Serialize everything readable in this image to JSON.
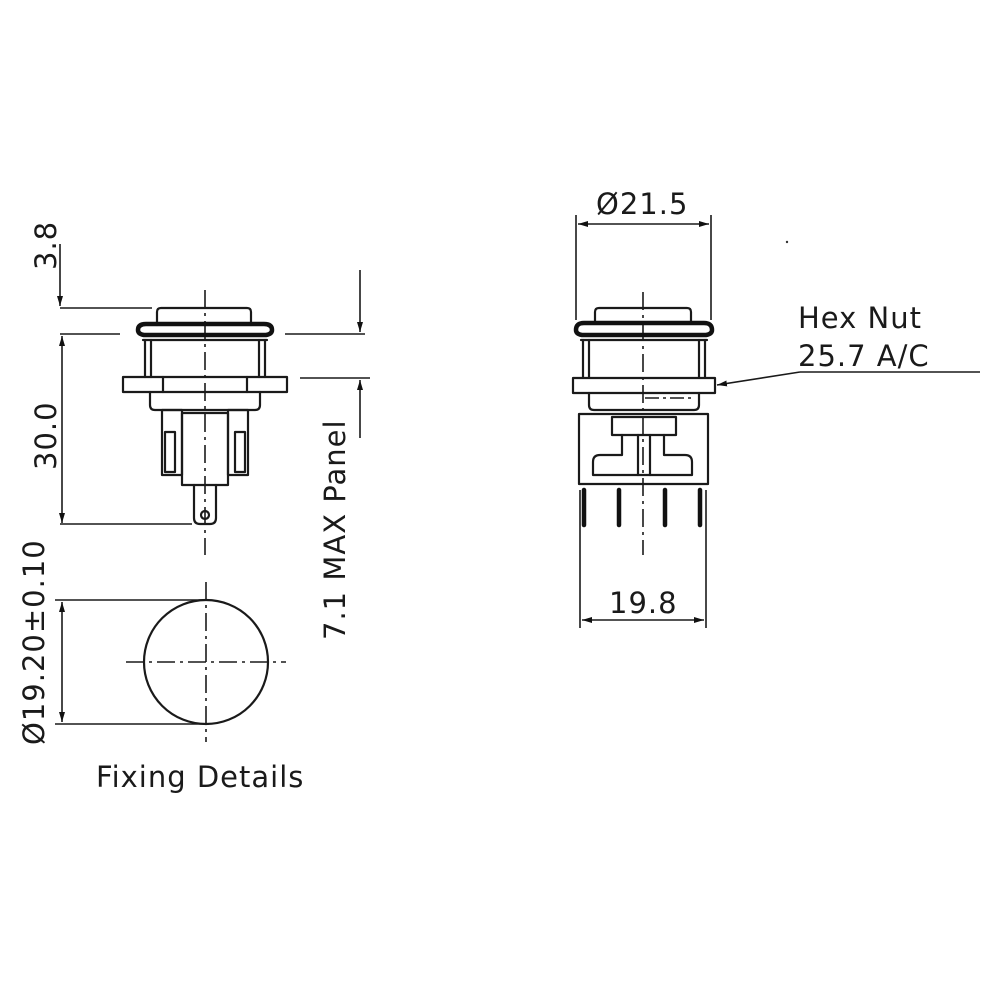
{
  "drawing": {
    "left_view": {
      "dim_top_offset": "3.8",
      "dim_height": "30.0",
      "dim_panel": "7.1 MAX Panel"
    },
    "fixing_details": {
      "dim_hole_diameter": "Ø19.20±0.10",
      "caption": "Fixing Details"
    },
    "right_view": {
      "dim_bezel_diameter": "Ø21.5",
      "dim_body_width": "19.8",
      "hex_nut_label_line1": "Hex Nut",
      "hex_nut_label_line2": "25.7 A/C"
    }
  }
}
